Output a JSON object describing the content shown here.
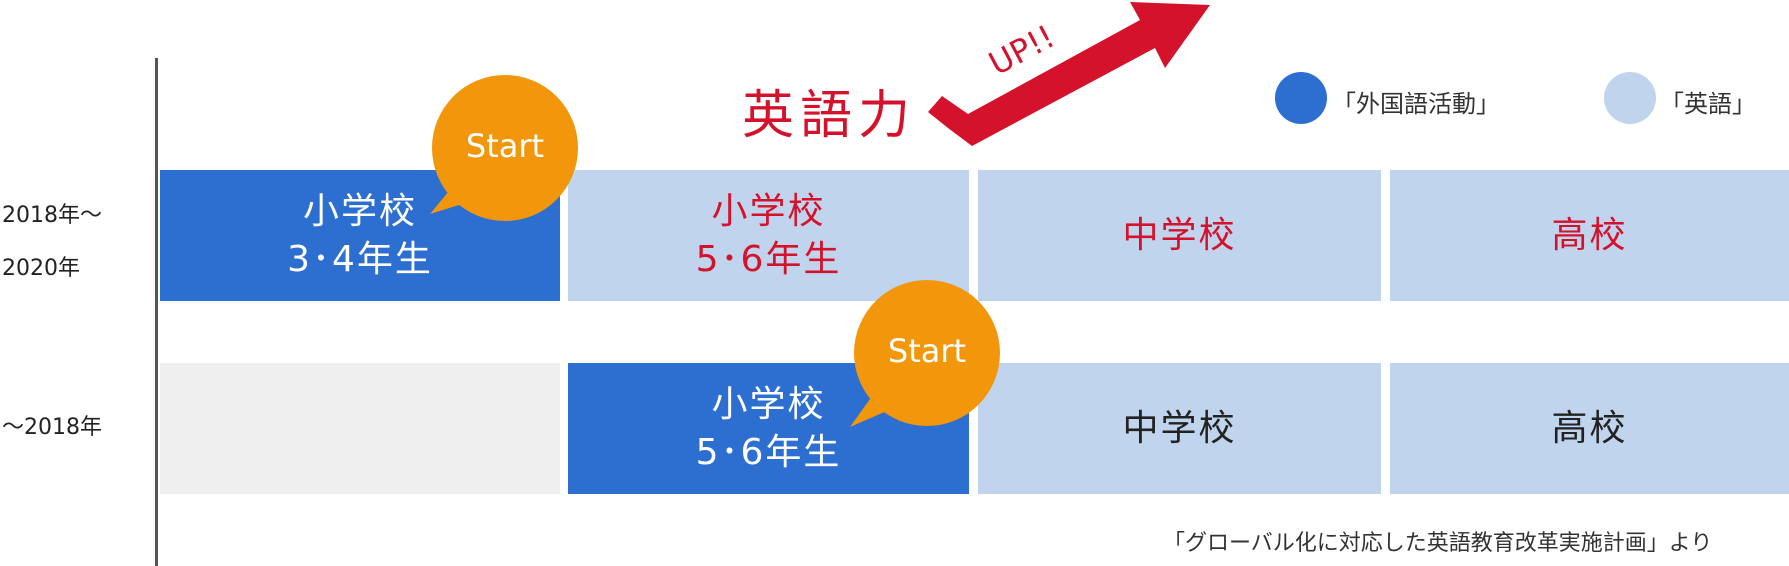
{
  "rows": {
    "new": {
      "label_line1": "2018年～",
      "label_line2": "2020年",
      "cells": [
        {
          "line1": "小学校",
          "line2": "3･4年生"
        },
        {
          "line1": "小学校",
          "line2": "5･6年生"
        },
        {
          "line1": "中学校"
        },
        {
          "line1": "高校"
        }
      ],
      "start_label": "Start"
    },
    "old": {
      "label": "～2018年",
      "cells": [
        {
          "line1": ""
        },
        {
          "line1": "小学校",
          "line2": "5･6年生"
        },
        {
          "line1": "中学校"
        },
        {
          "line1": "高校"
        }
      ],
      "start_label": "Start"
    }
  },
  "headline": {
    "eigo_ryoku": "英語力",
    "up": "UP!!"
  },
  "legend": [
    {
      "label": "「外国語活動」",
      "color": "#2c6fd1"
    },
    {
      "label": "「英語」",
      "color": "#c0d4ee"
    }
  ],
  "colors": {
    "dark_blue": "#2c6fd1",
    "light_blue": "#c0d4ee",
    "grey": "#efefef",
    "red": "#d4122b",
    "orange": "#f2970c"
  },
  "footnote": "「グローバル化に対応した英語教育改革実施計画」より"
}
